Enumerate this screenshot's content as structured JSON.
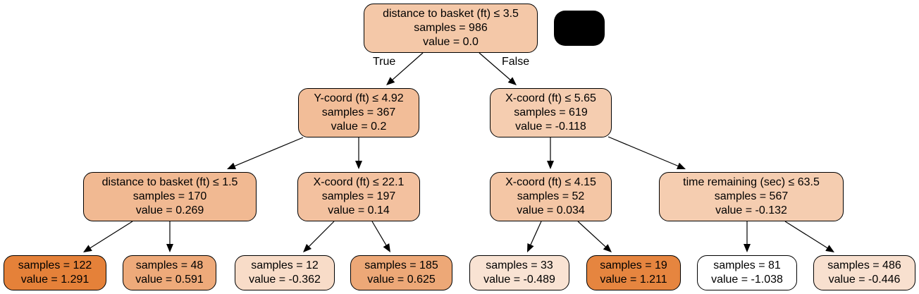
{
  "diagram": {
    "type": "decision-tree-regressor",
    "redaction_box": "black rounded rectangle",
    "edge_labels": {
      "true": "True",
      "false": "False"
    },
    "nodes": [
      {
        "id": "n0",
        "lines": [
          "distance to basket (ft) ≤ 3.5",
          "samples = 986",
          "value = 0.0"
        ],
        "fill": "#f4c8a8"
      },
      {
        "id": "n1",
        "lines": [
          "Y-coord (ft) ≤ 4.92",
          "samples = 367",
          "value = 0.2"
        ],
        "fill": "#f2bd98"
      },
      {
        "id": "n2",
        "lines": [
          "X-coord (ft) ≤ 5.65",
          "samples = 619",
          "value = -0.118"
        ],
        "fill": "#f5cdb0"
      },
      {
        "id": "n3",
        "lines": [
          "distance to basket (ft) ≤ 1.5",
          "samples = 170",
          "value = 0.269"
        ],
        "fill": "#f1b992"
      },
      {
        "id": "n4",
        "lines": [
          "X-coord (ft) ≤ 22.1",
          "samples = 197",
          "value = 0.14"
        ],
        "fill": "#f3c19f"
      },
      {
        "id": "n5",
        "lines": [
          "X-coord (ft) ≤ 4.15",
          "samples = 52",
          "value = 0.034"
        ],
        "fill": "#f4c6a5"
      },
      {
        "id": "n6",
        "lines": [
          "time remaining (sec) ≤ 63.5",
          "samples = 567",
          "value = -0.132"
        ],
        "fill": "#f5cdb0"
      },
      {
        "id": "n7",
        "lines": [
          "samples = 122",
          "value = 1.291"
        ],
        "fill": "#e58139"
      },
      {
        "id": "n8",
        "lines": [
          "samples = 48",
          "value = 0.591"
        ],
        "fill": "#eeaa7a"
      },
      {
        "id": "n9",
        "lines": [
          "samples = 12",
          "value = -0.362"
        ],
        "fill": "#f8dcc8"
      },
      {
        "id": "n10",
        "lines": [
          "samples = 185",
          "value = 0.625"
        ],
        "fill": "#eda877"
      },
      {
        "id": "n11",
        "lines": [
          "samples = 33",
          "value = -0.489"
        ],
        "fill": "#f9e3d3"
      },
      {
        "id": "n12",
        "lines": [
          "samples = 19",
          "value = 1.211"
        ],
        "fill": "#e6853f"
      },
      {
        "id": "n13",
        "lines": [
          "samples = 81",
          "value = -1.038"
        ],
        "fill": "#ffffff"
      },
      {
        "id": "n14",
        "lines": [
          "samples = 486",
          "value = -0.446"
        ],
        "fill": "#f8e0cf"
      }
    ],
    "edges": [
      {
        "from": "n0",
        "to": "n1",
        "label": "True"
      },
      {
        "from": "n0",
        "to": "n2",
        "label": "False"
      },
      {
        "from": "n1",
        "to": "n3"
      },
      {
        "from": "n1",
        "to": "n4"
      },
      {
        "from": "n2",
        "to": "n5"
      },
      {
        "from": "n2",
        "to": "n6"
      },
      {
        "from": "n3",
        "to": "n7"
      },
      {
        "from": "n3",
        "to": "n8"
      },
      {
        "from": "n4",
        "to": "n9"
      },
      {
        "from": "n4",
        "to": "n10"
      },
      {
        "from": "n5",
        "to": "n11"
      },
      {
        "from": "n5",
        "to": "n12"
      },
      {
        "from": "n6",
        "to": "n13"
      },
      {
        "from": "n6",
        "to": "n14"
      }
    ]
  }
}
